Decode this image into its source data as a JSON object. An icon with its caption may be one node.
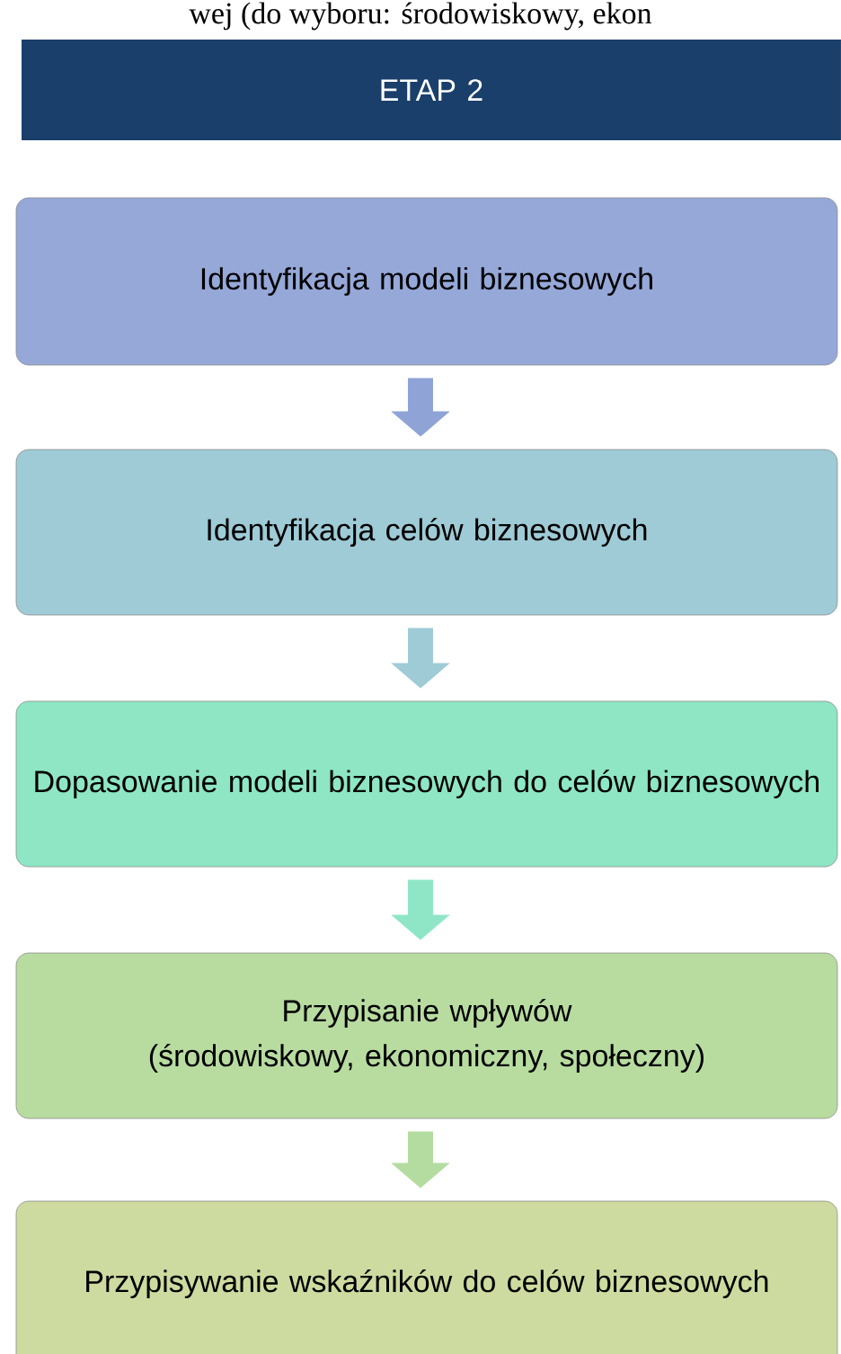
{
  "diagram": {
    "nodes": [
      {
        "text": [
          "ETAP 2"
        ]
      },
      {
        "text": [
          "Identyfikacja modeli biznesowych"
        ]
      },
      {
        "text": [
          "Identyfikacja celów biznesowych"
        ]
      },
      {
        "text": [
          "Dopasowanie modeli biznesowych do celów biznesowych"
        ]
      },
      {
        "text": [
          "Przypisanie wpływów",
          "(środowiskowy, ekonomiczny, społeczny)"
        ]
      },
      {
        "text": [
          "Przypisywanie wskaźników do celów biznesowych"
        ]
      }
    ],
    "edges": [
      {
        "from": 1,
        "to": 2,
        "arrow": "to",
        "color": "#8fa3d6"
      },
      {
        "from": 2,
        "to": 3,
        "arrow": "to",
        "color": "#9fcbd6"
      },
      {
        "from": 3,
        "to": 4,
        "arrow": "to",
        "color": "#8fe6c6"
      },
      {
        "from": 4,
        "to": 5,
        "arrow": "to",
        "color": "#b4dca0"
      }
    ],
    "labels": [
      "wej (do wyboru: środowiskowy, ekon"
    ]
  }
}
